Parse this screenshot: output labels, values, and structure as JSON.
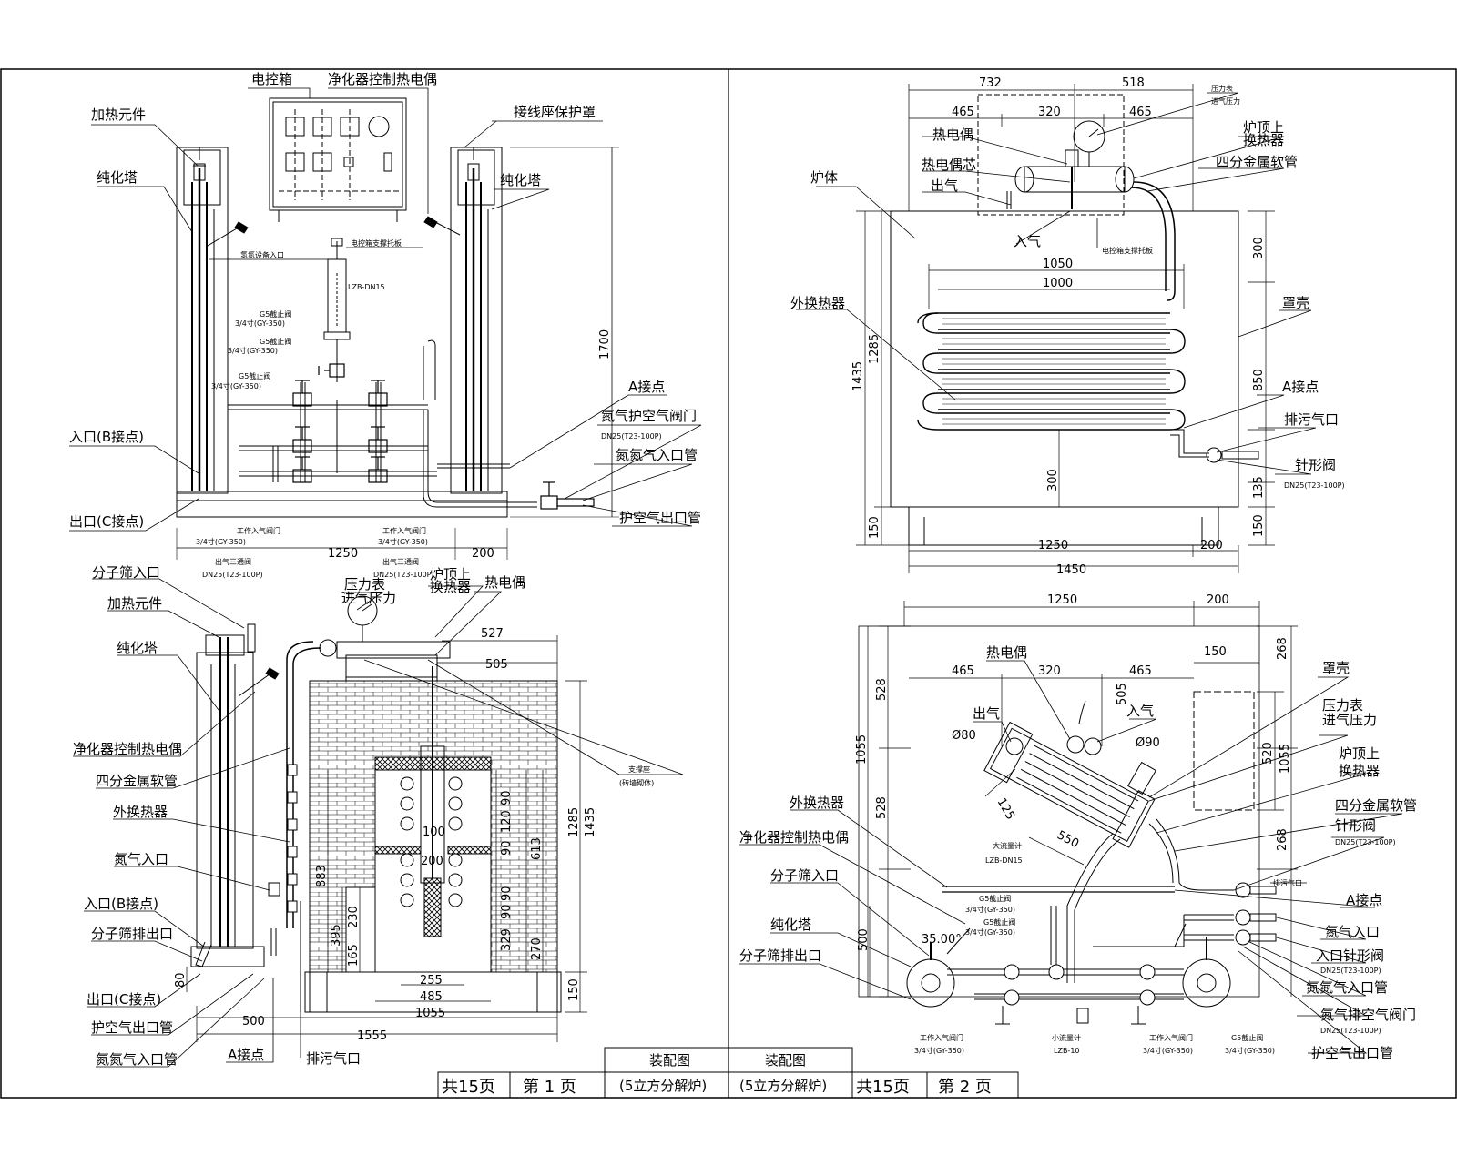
{
  "view_tl": {
    "callouts": [
      "加热元件",
      "纯化塔",
      "电控箱",
      "净化器控制热电偶",
      "接线座保护罩",
      "纯化塔",
      "A接点",
      "氮气护空气阀门",
      "DN25(T23-100P)",
      "氮氮气入口管",
      "入口(B接点)",
      "出口(C接点)",
      "护空气出口管"
    ],
    "smalls": [
      "氢氮设备入口",
      "电控箱支撑托板",
      "LZB-DN15",
      "G5截止阀",
      "3/4寸(GY-350)",
      "G5截止阀",
      "3/4寸(GY-350)",
      "G5截止阀",
      "3/4寸(GY-350)",
      "工作入气阀门",
      "3/4寸(GY-350)",
      "出气三通阀",
      "DN25(T23-100P)",
      "工作入气阀门",
      "3/4寸(GY-350)",
      "出气三通阀",
      "DN25(T23-100P)"
    ],
    "dims": [
      "1250",
      "200",
      "1700"
    ]
  },
  "view_tr": {
    "callouts": [
      "压力表",
      "进气压力",
      "炉顶上",
      "换热器",
      "四分金属软管",
      "热电偶",
      "热电偶芯",
      "出气",
      "炉体",
      "入气",
      "电控箱支撑托板",
      "罩壳",
      "外换热器",
      "A接点",
      "排污气口",
      "针形阀",
      "DN25(T23-100P)"
    ],
    "dims": [
      "732",
      "518",
      "465",
      "320",
      "465",
      "1050",
      "1000",
      "300",
      "850",
      "1435",
      "1285",
      "300",
      "135",
      "150",
      "150",
      "1250",
      "200",
      "1450"
    ]
  },
  "view_bl": {
    "callouts": [
      "分子筛入口",
      "加热元件",
      "纯化塔",
      "压力表",
      "进气压力",
      "炉顶上",
      "换热器",
      "热电偶",
      "净化器控制热电偶",
      "四分金属软管",
      "外换热器",
      "氮气入口",
      "入口(B接点)",
      "分子筛排出口",
      "出口(C接点)",
      "护空气出口管",
      "氮氮气入口管",
      "A接点",
      "排污气口",
      "支撑座",
      "(砖墙砌体)"
    ],
    "dims": [
      "527",
      "505",
      "100",
      "200",
      "883",
      "395",
      "230",
      "165",
      "255",
      "485",
      "1055",
      "613",
      "90",
      "120",
      "90",
      "90",
      "90",
      "329",
      "270",
      "80",
      "500",
      "1555",
      "1285",
      "1435",
      "150"
    ]
  },
  "view_br": {
    "callouts": [
      "热电偶",
      "出气",
      "入气",
      "罩壳",
      "压力表",
      "进气压力",
      "炉顶上",
      "换热器",
      "四分金属软管",
      "针形阀",
      "DN25(T23-100P)",
      "排污气口",
      "外换热器",
      "净化器控制热电偶",
      "分子筛入口",
      "纯化塔",
      "分子筛排出口",
      "A接点",
      "氮气入口",
      "入口针形阀",
      "DN25(T23-100P)",
      "氮氮气入口管",
      "氮气排空气阀门",
      "DN25(T23-100P)",
      "护空气出口管"
    ],
    "smalls": [
      "大流量计",
      "LZB-DN15",
      "G5截止阀",
      "3/4寸(GY-350)",
      "G5截止阀",
      "3/4寸(GY-350)",
      "工作入气阀门",
      "3/4寸(GY-350)",
      "小流量计",
      "LZB-10",
      "工作入气阀门",
      "3/4寸(GY-350)",
      "G5截止阀",
      "3/4寸(GY-350)"
    ],
    "dims": [
      "1250",
      "200",
      "150",
      "268",
      "465",
      "320",
      "465",
      "505",
      "Ø80",
      "Ø90",
      "125",
      "550",
      "528",
      "528",
      "1055",
      "520",
      "1055",
      "268",
      "500",
      "35.00°"
    ]
  },
  "title_block": {
    "drawing_name": "装配图",
    "drawing_desc": "(5立方分解炉)",
    "total_pages": "共15页",
    "page_1": "第 1 页",
    "page_2": "第 2 页"
  }
}
